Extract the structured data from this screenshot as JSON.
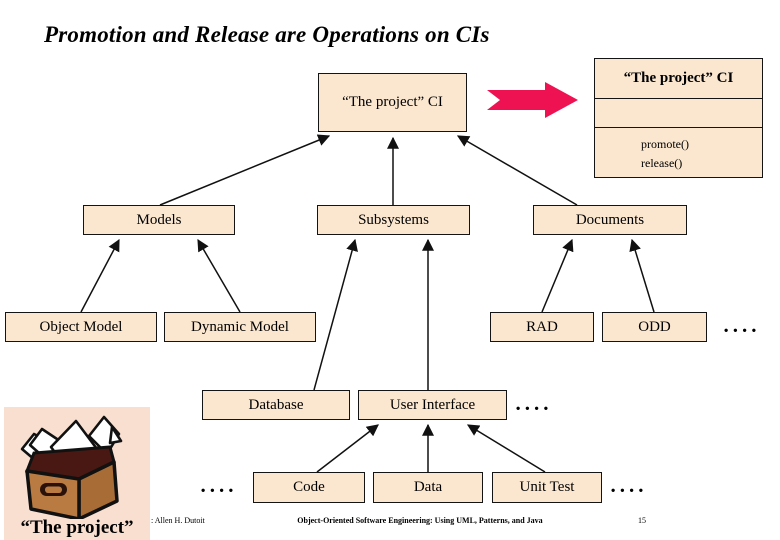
{
  "slide": {
    "title": "Promotion and Release are Operations on CIs"
  },
  "boxes": {
    "top_ci": "“The project” CI",
    "models": "Models",
    "subsystems": "Subsystems",
    "documents": "Documents",
    "object_model": "Object Model",
    "dynamic_model": "Dynamic Model",
    "rad": "RAD",
    "odd": "ODD",
    "database": "Database",
    "user_interface": "User Interface",
    "code": "Code",
    "data": "Data",
    "unit_test": "Unit Test"
  },
  "class_box": {
    "title": "“The project” CI",
    "op1": "promote()",
    "op2": "release()"
  },
  "ellipsis": "....",
  "clipart": {
    "caption": "“The project”"
  },
  "footer": {
    "left": ": Allen H. Dutoit",
    "center": "Object-Oriented Software Engineering: Using UML, Patterns, and Java",
    "page": "15"
  },
  "colors": {
    "box_fill": "#FBE7CF",
    "box_border": "#141414",
    "promote_arrow": "#EF1253",
    "clipart_background": "#F9DFD0",
    "connector": "#111111"
  }
}
